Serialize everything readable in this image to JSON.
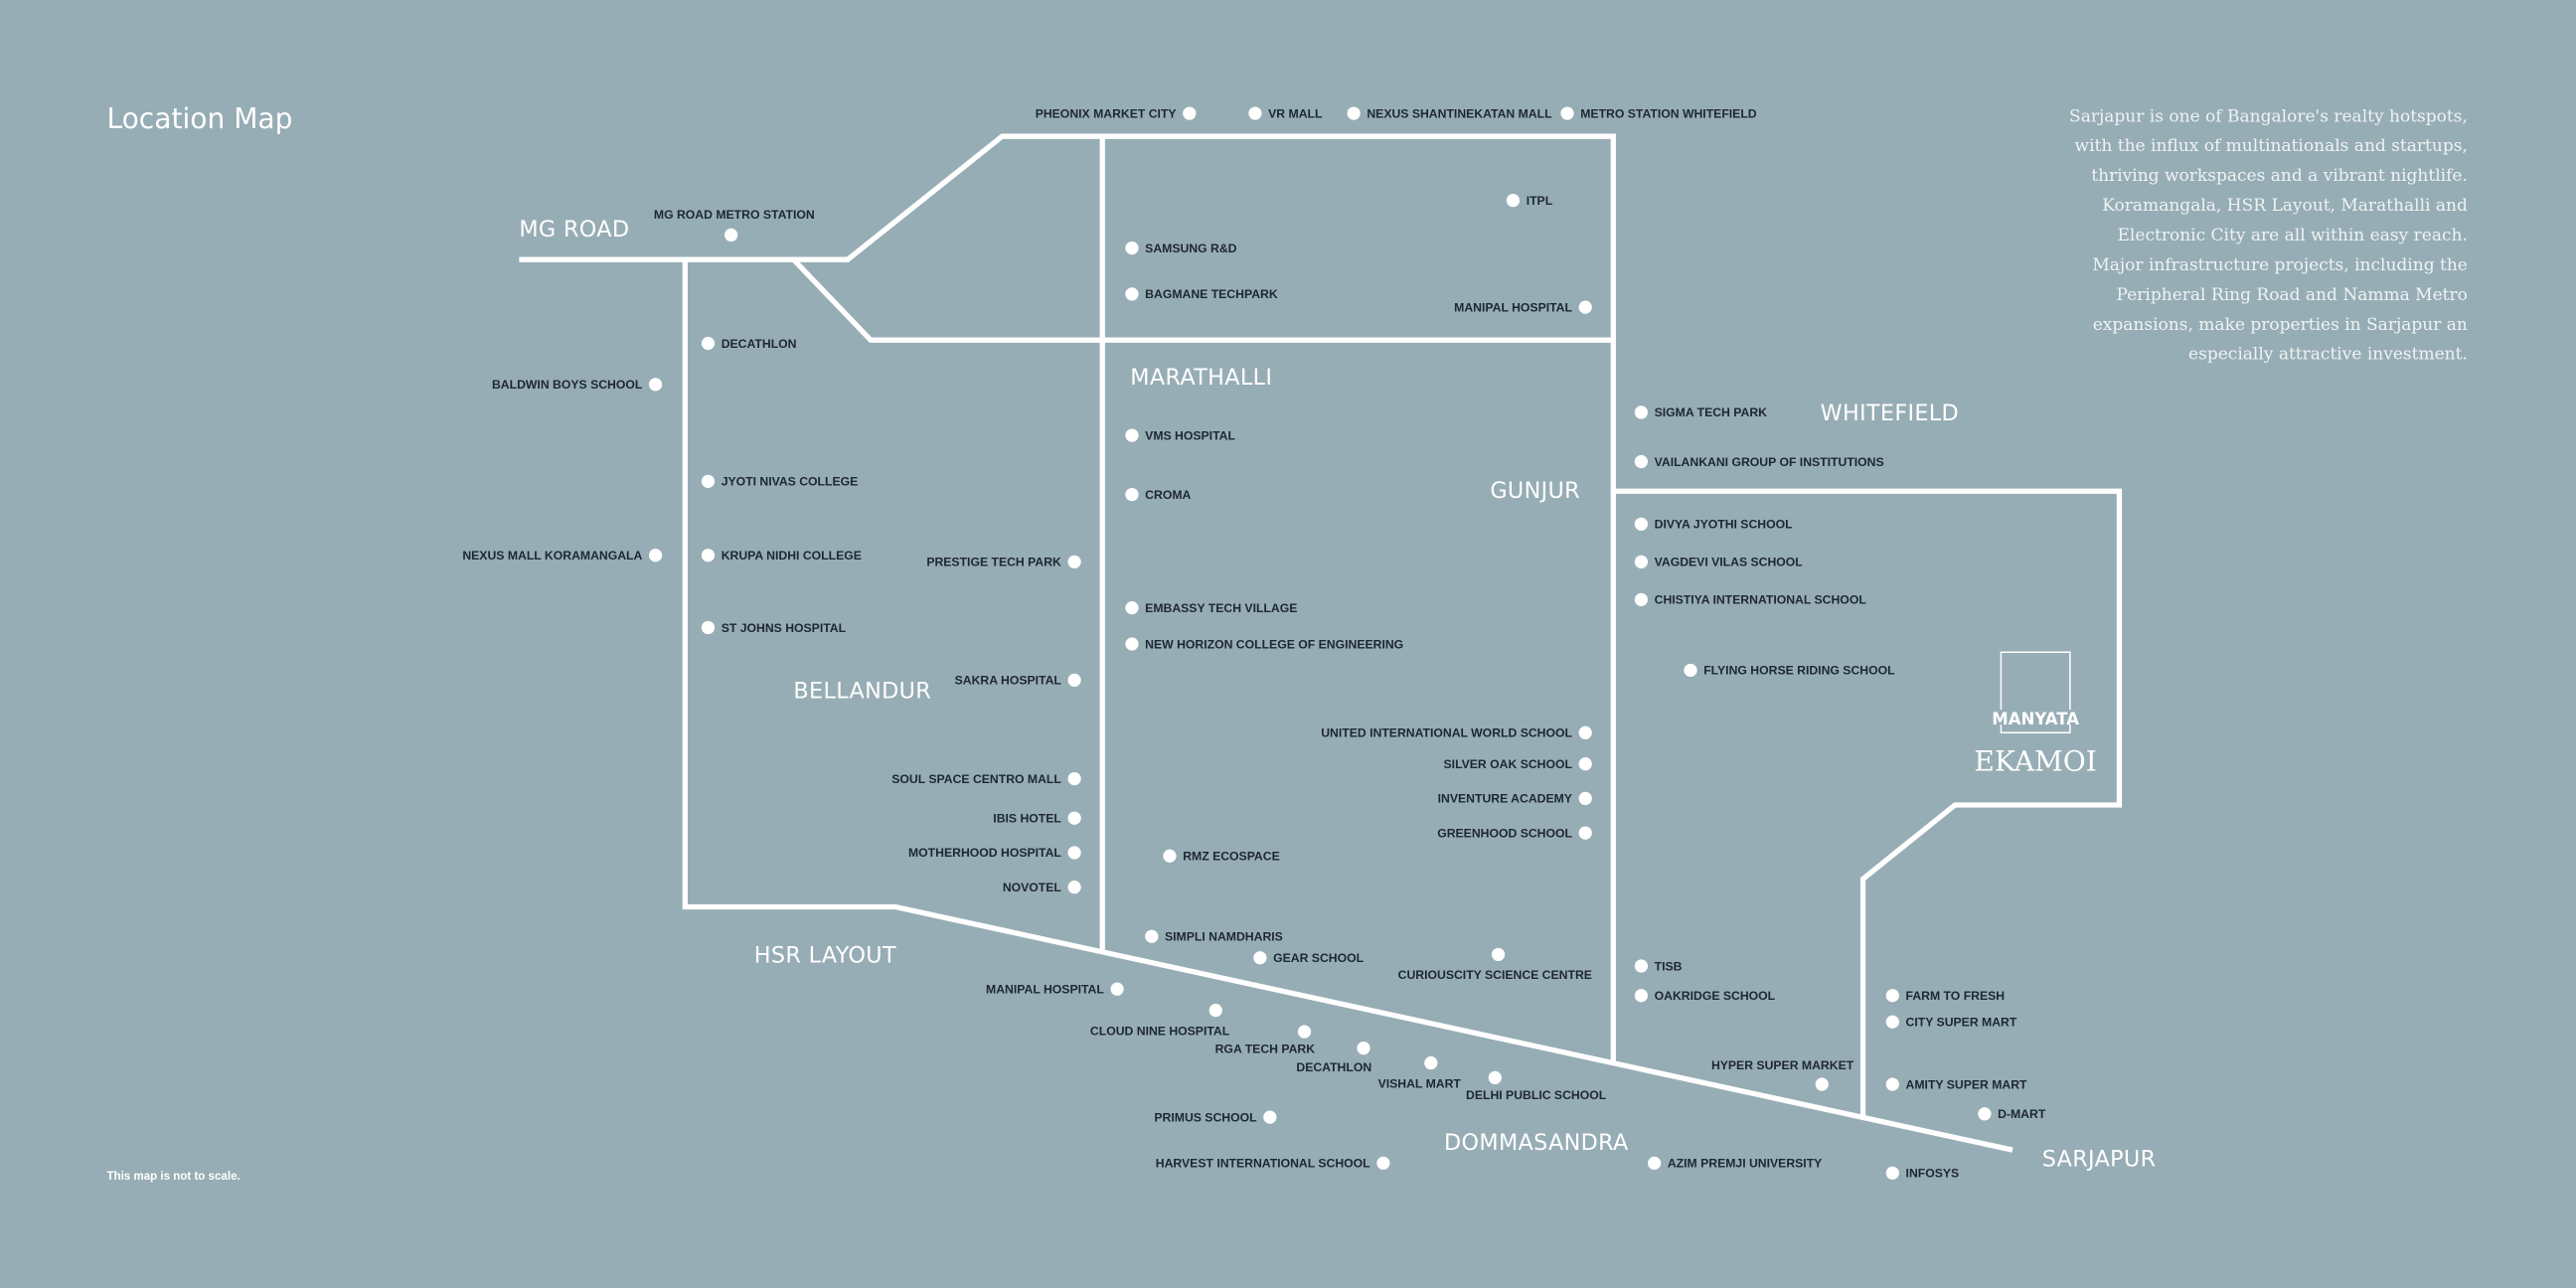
{
  "title": "Location Map",
  "description": [
    "Sarjapur is one of Bangalore's realty hotspots,",
    "with the influx of multinationals and startups,",
    "thriving workspaces and a vibrant nightlife.",
    "Koramangala, HSR Layout, Marathalli and",
    "Electronic City are all within easy reach.",
    "Major infrastructure projects, including the",
    "Peripheral Ring Road and Namma Metro",
    "expansions, make properties in Sarjapur an",
    "especially attractive investment."
  ],
  "note": "This map is not to scale.",
  "project": {
    "brand": "MANYATA",
    "name": "EKAMOI"
  },
  "areas": [
    "MG ROAD",
    "MARATHALLI",
    "WHITEFIELD",
    "GUNJUR",
    "BELLANDUR",
    "HSR LAYOUT",
    "DOMMASANDRA",
    "SARJAPUR"
  ],
  "pois": [
    "PHEONIX MARKET CITY",
    "VR MALL",
    "NEXUS SHANTINEKATAN MALL",
    "METRO STATION WHITEFIELD",
    "MG ROAD METRO STATION",
    "ITPL",
    "SAMSUNG R&D",
    "BAGMANE TECHPARK",
    "MANIPAL HOSPITAL",
    "DECATHLON",
    "BALDWIN BOYS SCHOOL",
    "VMS HOSPITAL",
    "CROMA",
    "JYOTI NIVAS COLLEGE",
    "NEXUS MALL KORAMANGALA",
    "KRUPA NIDHI COLLEGE",
    "PRESTIGE TECH PARK",
    "EMBASSY TECH VILLAGE",
    "NEW HORIZON COLLEGE OF ENGINEERING",
    "ST JOHNS HOSPITAL",
    "SAKRA HOSPITAL",
    "SIGMA TECH PARK",
    "VAILANKANI GROUP OF INSTITUTIONS",
    "DIVYA JYOTHI SCHOOL",
    "VAGDEVI VILAS SCHOOL",
    "CHISTIYA INTERNATIONAL SCHOOL",
    "FLYING HORSE RIDING SCHOOL",
    "UNITED INTERNATIONAL WORLD SCHOOL",
    "SILVER OAK SCHOOL",
    "INVENTURE ACADEMY",
    "GREENHOOD SCHOOL",
    "SOUL SPACE CENTRO MALL",
    "IBIS HOTEL",
    "MOTHERHOOD HOSPITAL",
    "NOVOTEL",
    "RMZ ECOSPACE",
    "SIMPLI NAMDHARIS",
    "GEAR SCHOOL",
    "CURIOUSCITY SCIENCE CENTRE",
    "TISB",
    "OAKRIDGE SCHOOL",
    "FARM TO FRESH",
    "CITY SUPER MART",
    "MANIPAL HOSPITAL",
    "CLOUD NINE HOSPITAL",
    "RGA TECH PARK",
    "DECATHLON",
    "VISHAL MART",
    "DELHI PUBLIC SCHOOL",
    "HYPER SUPER MARKET",
    "AMITY SUPER MART",
    "D-MART",
    "PRIMUS SCHOOL",
    "HARVEST INTERNATIONAL SCHOOL",
    "AZIM PREMJI UNIVERSITY",
    "INFOSYS"
  ]
}
